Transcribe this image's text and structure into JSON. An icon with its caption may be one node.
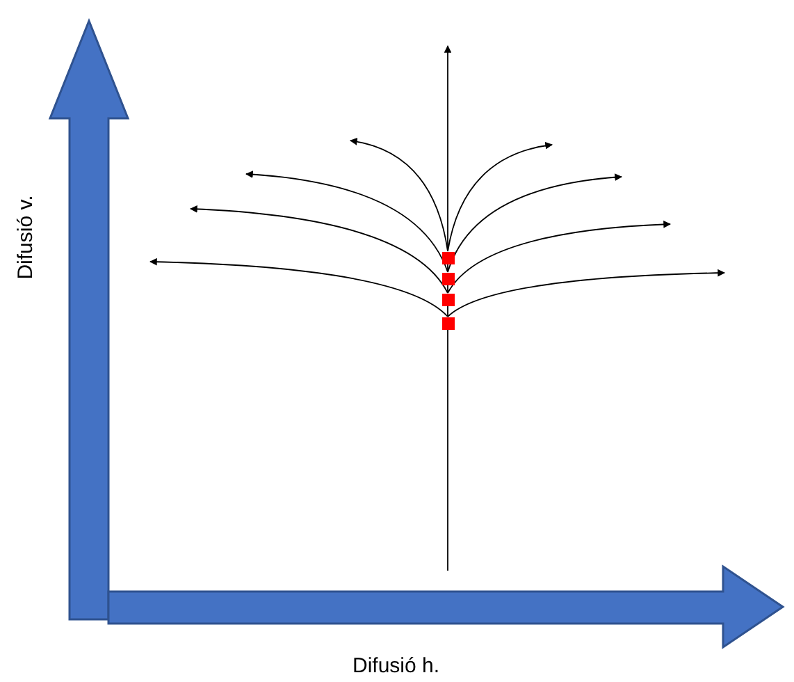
{
  "diagram": {
    "nodes": [
      {
        "text": [],
        "shape": "box"
      },
      {
        "text": [],
        "shape": "box"
      },
      {
        "text": [],
        "shape": "box"
      },
      {
        "text": [],
        "shape": "box"
      }
    ],
    "edges": [
      {
        "from": 0,
        "to": null,
        "arrow": "to"
      },
      {
        "from": 1,
        "to": 0,
        "arrow": "none"
      },
      {
        "from": 2,
        "to": 1,
        "arrow": "none"
      },
      {
        "from": 3,
        "to": 2,
        "arrow": "none"
      },
      {
        "from": null,
        "to": 3,
        "arrow": "none"
      },
      {
        "from": 0,
        "to": null,
        "arrow": "to"
      },
      {
        "from": 0,
        "to": null,
        "arrow": "to"
      },
      {
        "from": 1,
        "to": null,
        "arrow": "to"
      },
      {
        "from": 1,
        "to": null,
        "arrow": "to"
      },
      {
        "from": 2,
        "to": null,
        "arrow": "to"
      },
      {
        "from": 2,
        "to": null,
        "arrow": "to"
      },
      {
        "from": 3,
        "to": null,
        "arrow": "to"
      },
      {
        "from": 3,
        "to": null,
        "arrow": "to"
      }
    ],
    "labels": [
      "Difusió v.",
      "Difusió h."
    ]
  }
}
